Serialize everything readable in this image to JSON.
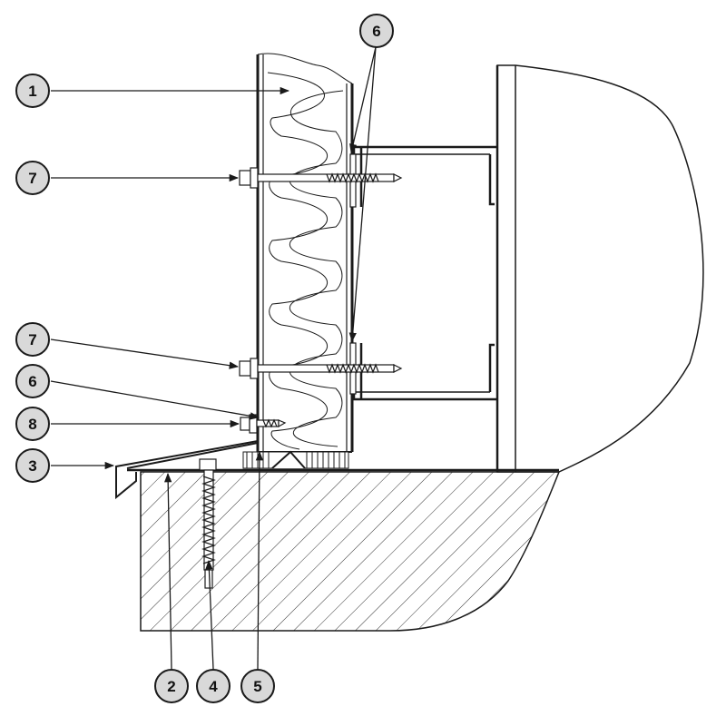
{
  "callouts": [
    {
      "label": "1",
      "name": "sandwich-panel"
    },
    {
      "label": "6",
      "name": "sealing-tape"
    },
    {
      "label": "7",
      "name": "self-drilling-screw"
    },
    {
      "label": "7",
      "name": "self-drilling-screw"
    },
    {
      "label": "6",
      "name": "sealing-tape"
    },
    {
      "label": "8",
      "name": "fastener-screw"
    },
    {
      "label": "3",
      "name": "base-flashing"
    },
    {
      "label": "2",
      "name": "concrete-plinth"
    },
    {
      "label": "4",
      "name": "anchor-bolt"
    },
    {
      "label": "5",
      "name": "bottom-seal"
    }
  ],
  "colors": {
    "line": "#1a1a1a",
    "callout_fill": "#d9d9d9",
    "background": "#ffffff"
  }
}
